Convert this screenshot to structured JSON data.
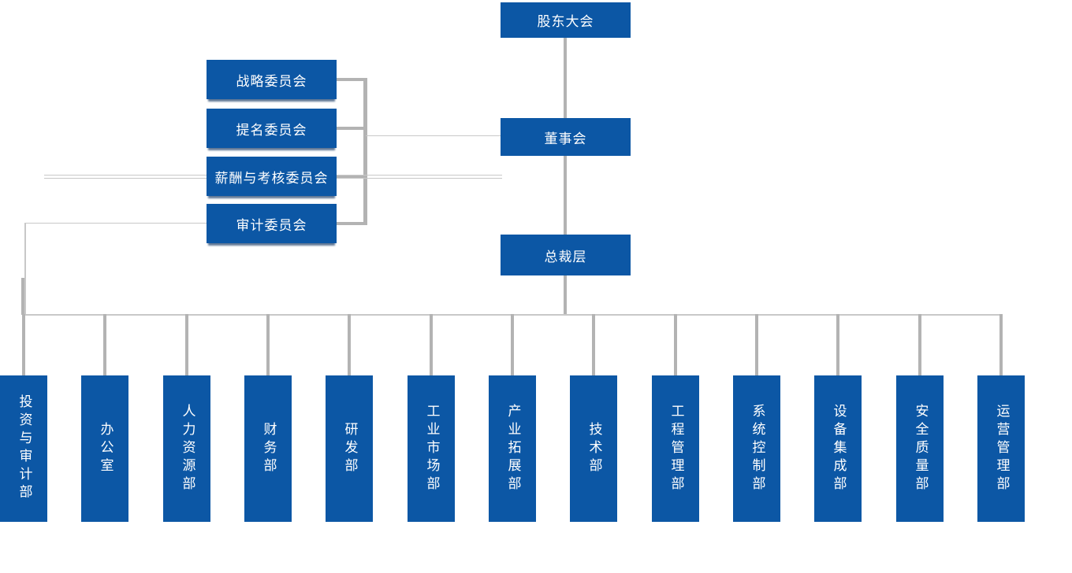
{
  "org": {
    "shareholders": {
      "label": "股东大会"
    },
    "board": {
      "label": "董事会"
    },
    "president": {
      "label": "总裁层"
    },
    "committees": [
      {
        "label": "战略委员会"
      },
      {
        "label": "提名委员会"
      },
      {
        "label": "薪酬与考核委员会"
      },
      {
        "label": "审计委员会"
      }
    ],
    "departments": [
      {
        "label": "投资与审计部"
      },
      {
        "label": "办公室"
      },
      {
        "label": "人力资源部"
      },
      {
        "label": "财务部"
      },
      {
        "label": "研发部"
      },
      {
        "label": "工业市场部"
      },
      {
        "label": "产业拓展部"
      },
      {
        "label": "技术部"
      },
      {
        "label": "工程管理部"
      },
      {
        "label": "系统控制部"
      },
      {
        "label": "设备集成部"
      },
      {
        "label": "安全质量部"
      },
      {
        "label": "运营管理部"
      }
    ]
  },
  "colors": {
    "box_blue": "#0C57A5",
    "box_text": "#FFFFFF",
    "line_thick": "#B3B3B3",
    "line_thin": "#C8C8C8",
    "background": "#FFFFFF"
  }
}
